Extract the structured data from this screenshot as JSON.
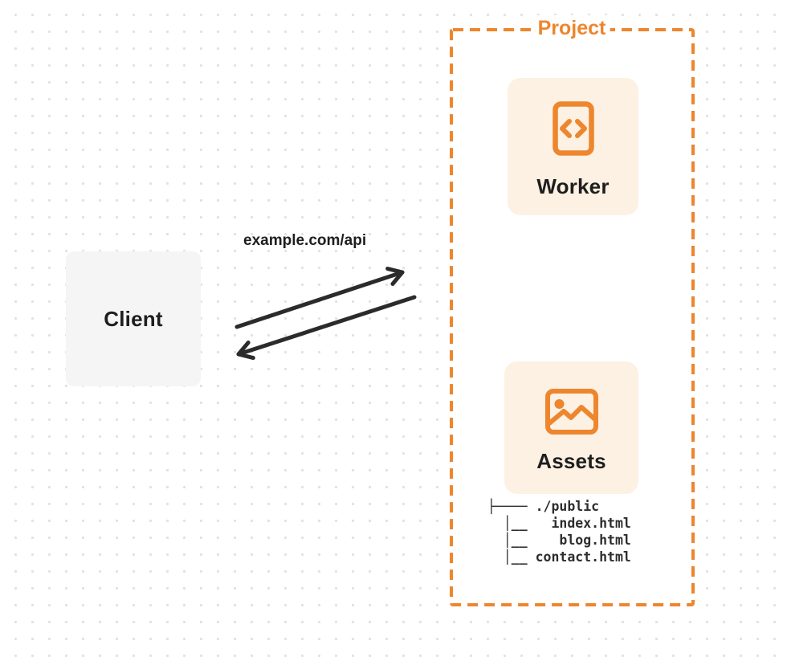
{
  "client": {
    "label": "Client"
  },
  "request_arrow": {
    "label": "example.com/api"
  },
  "project": {
    "label": "Project",
    "worker": {
      "label": "Worker",
      "icon": "code-file-icon"
    },
    "assets": {
      "label": "Assets",
      "icon": "image-icon"
    },
    "file_tree": {
      "root": "./public",
      "files": [
        "index.html",
        "blog.html",
        "contact.html"
      ],
      "lines": [
        "├──── ./public",
        "  │__   index.html",
        "  │__    blog.html",
        "  │__ contact.html"
      ]
    }
  },
  "colors": {
    "accent_orange": "#ed862d",
    "node_background": "#fcf1e3",
    "client_background": "#f5f5f6",
    "arrow": "#2b2b2b",
    "text_dark": "#1e1e1e",
    "dot_grid": "#e2e2e2"
  }
}
